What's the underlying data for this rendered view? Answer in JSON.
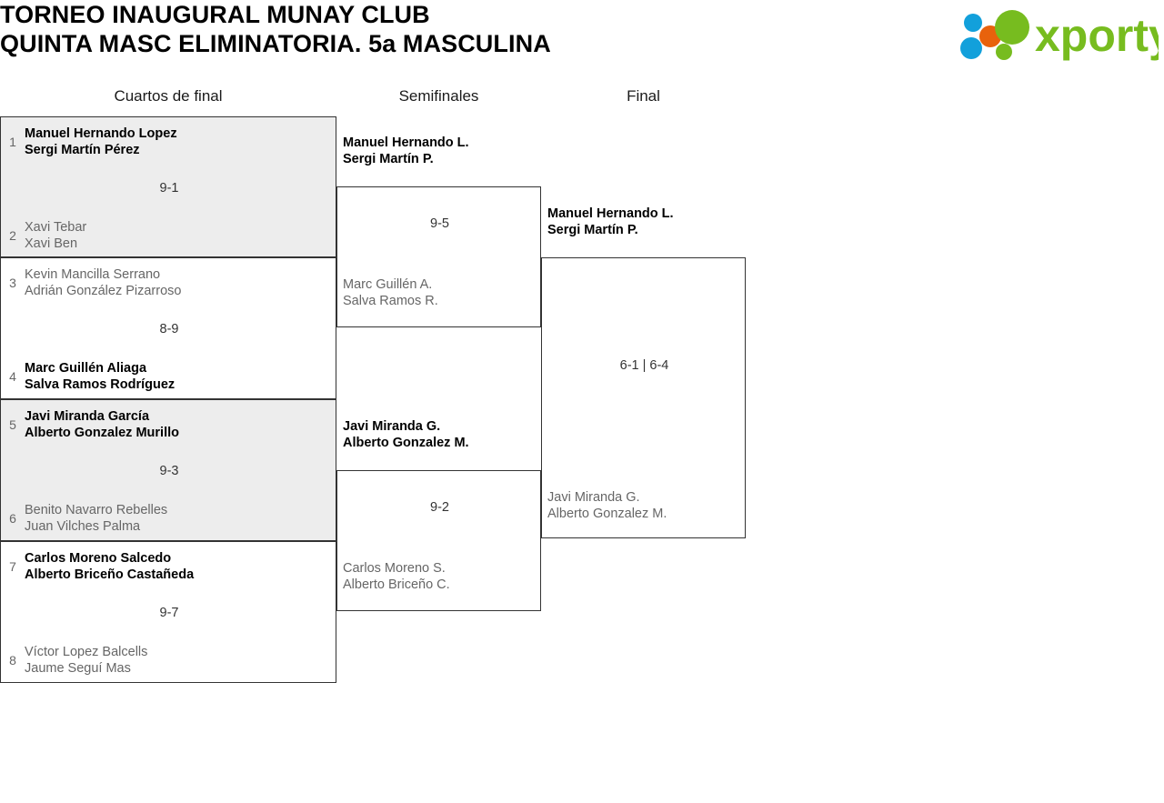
{
  "header": {
    "title_line_1": "TORNEO INAUGURAL MUNAY CLUB",
    "title_line_2": "QUINTA MASC ELIMINATORIA. 5a MASCULINA"
  },
  "logo": {
    "wordmark": "xporty",
    "green": "#77bc1f",
    "blue": "#12a0db",
    "orange": "#e8620c"
  },
  "rounds": [
    {
      "label": "Cuartos de final"
    },
    {
      "label": "Semifinales"
    },
    {
      "label": "Final"
    }
  ],
  "quarterfinals": [
    {
      "score": "9-1",
      "top": {
        "seed": "1",
        "p1": "Manuel Hernando Lopez",
        "p2": "Sergi Martín Pérez",
        "winner": true
      },
      "bottom": {
        "seed": "2",
        "p1": "Xavi Tebar",
        "p2": "Xavi Ben",
        "winner": false
      }
    },
    {
      "score": "8-9",
      "top": {
        "seed": "3",
        "p1": "Kevin Mancilla Serrano",
        "p2": "Adrián González Pizarroso",
        "winner": false
      },
      "bottom": {
        "seed": "4",
        "p1": "Marc Guillén Aliaga",
        "p2": "Salva Ramos Rodríguez",
        "winner": true
      }
    },
    {
      "score": "9-3",
      "top": {
        "seed": "5",
        "p1": "Javi Miranda García",
        "p2": "Alberto Gonzalez Murillo",
        "winner": true
      },
      "bottom": {
        "seed": "6",
        "p1": "Benito Navarro Rebelles",
        "p2": "Juan Vilches Palma",
        "winner": false
      }
    },
    {
      "score": "9-7",
      "top": {
        "seed": "7",
        "p1": "Carlos Moreno Salcedo",
        "p2": "Alberto Briceño Castañeda",
        "winner": true
      },
      "bottom": {
        "seed": "8",
        "p1": "Víctor Lopez Balcells",
        "p2": "Jaume Seguí Mas",
        "winner": false
      }
    }
  ],
  "semifinals": [
    {
      "score": "9-5",
      "top": {
        "p1": "Manuel Hernando L.",
        "p2": "Sergi Martín P.",
        "winner": true
      },
      "bottom": {
        "p1": "Marc Guillén A.",
        "p2": "Salva Ramos R.",
        "winner": false
      }
    },
    {
      "score": "9-2",
      "top": {
        "p1": "Javi Miranda G.",
        "p2": "Alberto Gonzalez M.",
        "winner": true
      },
      "bottom": {
        "p1": "Carlos Moreno S.",
        "p2": "Alberto Briceño C.",
        "winner": false
      }
    }
  ],
  "final": {
    "score": "6-1 | 6-4",
    "top": {
      "p1": "Manuel Hernando L.",
      "p2": "Sergi Martín P.",
      "winner": true
    },
    "bottom": {
      "p1": "Javi Miranda G.",
      "p2": "Alberto Gonzalez M.",
      "winner": false
    }
  }
}
